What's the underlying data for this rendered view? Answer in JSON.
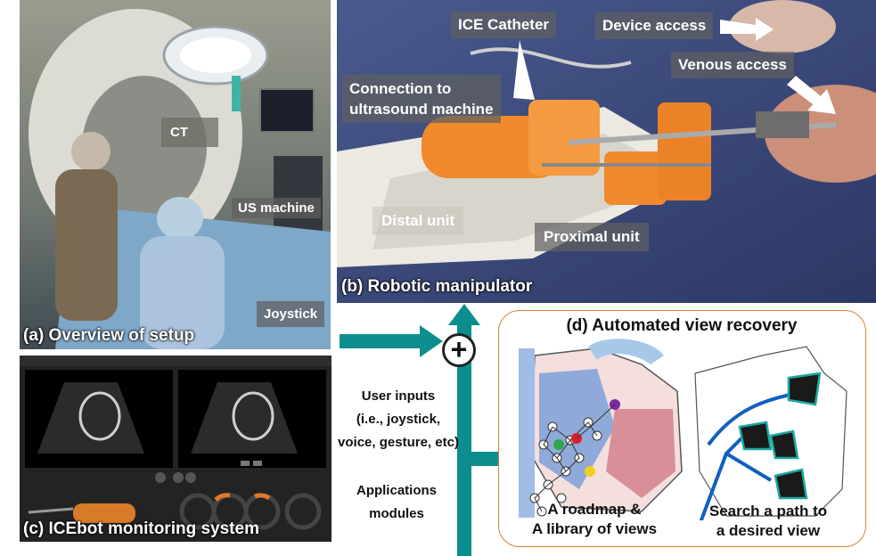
{
  "panels": {
    "a": {
      "caption": "(a) Overview of setup",
      "tags": {
        "ct": "CT",
        "us_machine": "US machine",
        "joystick": "Joystick"
      }
    },
    "b": {
      "caption": "(b) Robotic manipulator",
      "tags": {
        "ice_catheter": "ICE Catheter",
        "device_access": "Device access",
        "venous_access": "Venous access",
        "connection_line1": "Connection to",
        "connection_line2": "ultrasound  machine",
        "distal_unit": "Distal unit",
        "proximal_unit": "Proximal unit"
      }
    },
    "c": {
      "caption": "(c) ICEbot monitoring system"
    },
    "d": {
      "title": "(d) Automated view recovery",
      "left_caption_line1": "A roadmap  &",
      "left_caption_line2": "A library of views",
      "right_caption_line1": "Search a path to",
      "right_caption_line2": "a desired view"
    }
  },
  "flow": {
    "plus_symbol": "+",
    "user_inputs_line1": "User inputs",
    "user_inputs_line2": "(i.e., joystick,",
    "user_inputs_line3": "voice, gesture, etc)",
    "applications_line1": "Applications",
    "applications_line2": "modules"
  },
  "colors": {
    "teal_arrow": "#0d8e8e",
    "panel_d_border": "#d9822b",
    "robot_orange": "#f08a2c"
  }
}
